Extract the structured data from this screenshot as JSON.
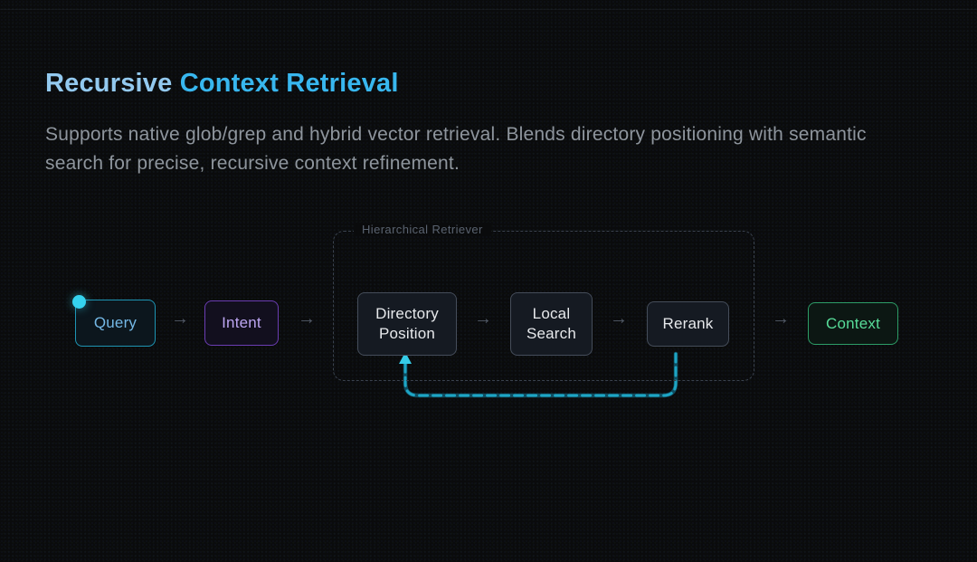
{
  "header": {
    "title_primary": "Recursive",
    "title_secondary": " Context Retrieval",
    "subtitle": "Supports native glob/grep and hybrid vector retrieval. Blends directory positioning with semantic search for precise, recursive context refinement."
  },
  "diagram": {
    "group_box_label": "Hierarchical Retriever",
    "flow_arrow_glyph": "→",
    "nodes": [
      {
        "id": "query",
        "label": "Query",
        "accent": "#1e95b4"
      },
      {
        "id": "intent",
        "label": "Intent",
        "accent": "#6b3db3"
      },
      {
        "id": "directory-position",
        "label": "Directory Position",
        "accent": "#454d5a"
      },
      {
        "id": "local-search",
        "label": "Local Search",
        "accent": "#454d5a"
      },
      {
        "id": "rerank",
        "label": "Rerank",
        "accent": "#454d5a"
      },
      {
        "id": "context",
        "label": "Context",
        "accent": "#2d9d67"
      }
    ],
    "feedback_loop": {
      "from": "Rerank",
      "to": "Directory Position",
      "dash_color": "#1ea5c4",
      "base_color": "#0f4d60",
      "arrowhead_color": "#35cbe8"
    }
  },
  "colors": {
    "background": "#0a0b0c",
    "title_primary": "#93c9ef",
    "title_secondary": "#38b7ef",
    "subtitle": "#8e959d",
    "cyan_dot": "#35d3ef",
    "flow_arrow": "#535b68",
    "group_box_border": "#3a424e"
  }
}
